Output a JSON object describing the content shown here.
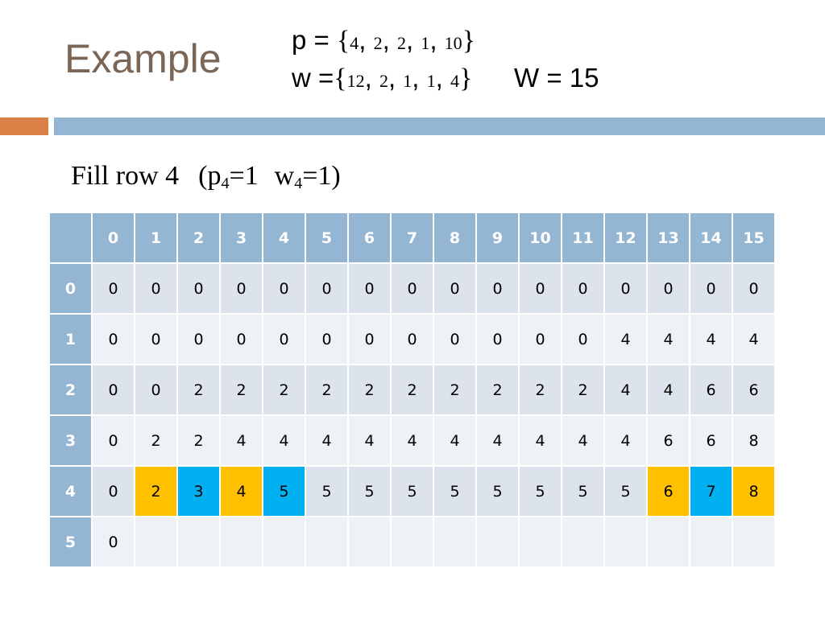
{
  "slide": {
    "title": "Example",
    "p_label": "p = ",
    "p_values": [
      "4",
      "2",
      "2",
      "1",
      "10"
    ],
    "w_label": "w =",
    "w_values": [
      "12",
      "2",
      "1",
      "1",
      "4"
    ],
    "capacity": "W = 15",
    "subtitle_prefix": "Fill row 4",
    "subtitle_p": "(p",
    "subtitle_p_sub": "4",
    "subtitle_p_val": "=1",
    "subtitle_w": "w",
    "subtitle_w_sub": "4",
    "subtitle_w_val": "=1)"
  },
  "colors": {
    "title": "#7b6656",
    "accent_orange_bar": "#dd8047",
    "accent_blue_bar": "#94b6d2",
    "header_cell": "#94b6d2",
    "highlight_orange": "#ffc000",
    "highlight_cyan": "#00b0f0"
  },
  "table": {
    "column_headers": [
      "0",
      "1",
      "2",
      "3",
      "4",
      "5",
      "6",
      "7",
      "8",
      "9",
      "10",
      "11",
      "12",
      "13",
      "14",
      "15"
    ],
    "rows": [
      {
        "label": "0",
        "cells": [
          "0",
          "0",
          "0",
          "0",
          "0",
          "0",
          "0",
          "0",
          "0",
          "0",
          "0",
          "0",
          "0",
          "0",
          "0",
          "0"
        ],
        "highlights": {}
      },
      {
        "label": "1",
        "cells": [
          "0",
          "0",
          "0",
          "0",
          "0",
          "0",
          "0",
          "0",
          "0",
          "0",
          "0",
          "0",
          "4",
          "4",
          "4",
          "4"
        ],
        "highlights": {}
      },
      {
        "label": "2",
        "cells": [
          "0",
          "0",
          "2",
          "2",
          "2",
          "2",
          "2",
          "2",
          "2",
          "2",
          "2",
          "2",
          "4",
          "4",
          "6",
          "6"
        ],
        "highlights": {}
      },
      {
        "label": "3",
        "cells": [
          "0",
          "2",
          "2",
          "4",
          "4",
          "4",
          "4",
          "4",
          "4",
          "4",
          "4",
          "4",
          "4",
          "6",
          "6",
          "8"
        ],
        "highlights": {}
      },
      {
        "label": "4",
        "cells": [
          "0",
          "2",
          "3",
          "4",
          "5",
          "5",
          "5",
          "5",
          "5",
          "5",
          "5",
          "5",
          "5",
          "6",
          "7",
          "8"
        ],
        "highlights": {
          "1": "orange",
          "2": "cyan",
          "3": "orange",
          "4": "cyan",
          "13": "orange",
          "14": "cyan",
          "15": "orange"
        }
      },
      {
        "label": "5",
        "cells": [
          "0",
          "",
          "",
          "",
          "",
          "",
          "",
          "",
          "",
          "",
          "",
          "",
          "",
          "",
          "",
          ""
        ],
        "highlights": {}
      }
    ]
  }
}
